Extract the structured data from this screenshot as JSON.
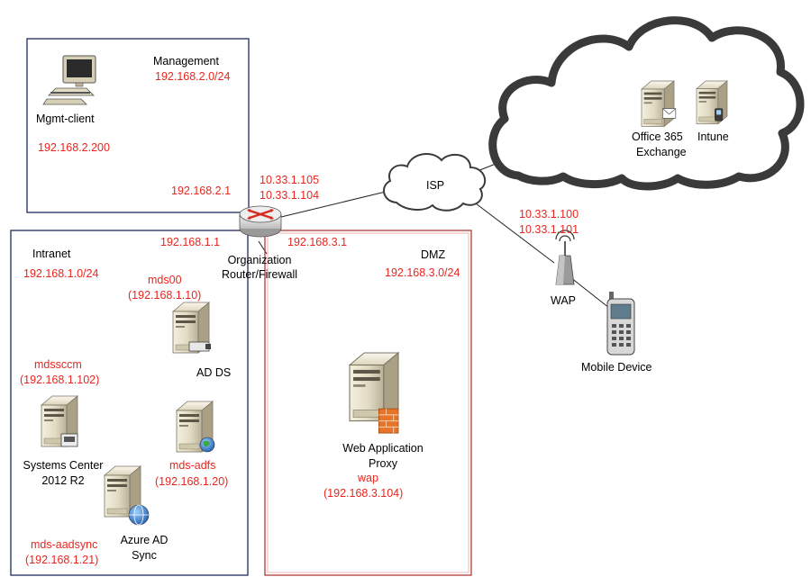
{
  "colors": {
    "ip_red": "#e8261f",
    "zone_border": "#1f2a5c",
    "dmz_border": "#b23a3a",
    "cloud_stroke": "#3a3a3a",
    "server_body": "#d9d2b8"
  },
  "management": {
    "title": "Management",
    "subnet": "192.168.2.0/24",
    "client_name": "Mgmt-client",
    "client_ip": "192.168.2.200",
    "gateway_ip": "192.168.2.1"
  },
  "router": {
    "wan_ip_1": "10.33.1.105",
    "wan_ip_2": "10.33.1.104",
    "label_line1": "Organization",
    "label_line2": "Router/Firewall",
    "intranet_ip": "192.168.1.1",
    "dmz_ip": "192.168.3.1"
  },
  "isp": {
    "label": "ISP"
  },
  "cloud": {
    "office365_line1": "Office 365",
    "office365_line2": "Exchange",
    "intune": "Intune"
  },
  "intranet": {
    "title": "Intranet",
    "subnet": "192.168.1.0/24",
    "mds00_name": "mds00",
    "mds00_ip": "(192.168.1.10)",
    "adds_label": "AD DS",
    "mdssccm_name": "mdssccm",
    "mdssccm_ip": "(192.168.1.102)",
    "sccm_label_line1": "Systems Center",
    "sccm_label_line2": "2012 R2",
    "adfs_name": "mds-adfs",
    "adfs_ip": "(192.168.1.20)",
    "aadsync_label_line1": "Azure AD",
    "aadsync_label_line2": "Sync",
    "aadsync_name": "mds-aadsync",
    "aadsync_ip": "(192.168.1.21)"
  },
  "dmz": {
    "title": "DMZ",
    "subnet": "192.168.3.0/24",
    "wap_label_line1": "Web Application",
    "wap_label_line2": "Proxy",
    "wap_name": "wap",
    "wap_ip": "(192.168.3.104)"
  },
  "wireless": {
    "ip_1": "10.33.1.100",
    "ip_2": "10.33.1.101",
    "ap_label": "WAP",
    "device_label": "Mobile Device"
  }
}
